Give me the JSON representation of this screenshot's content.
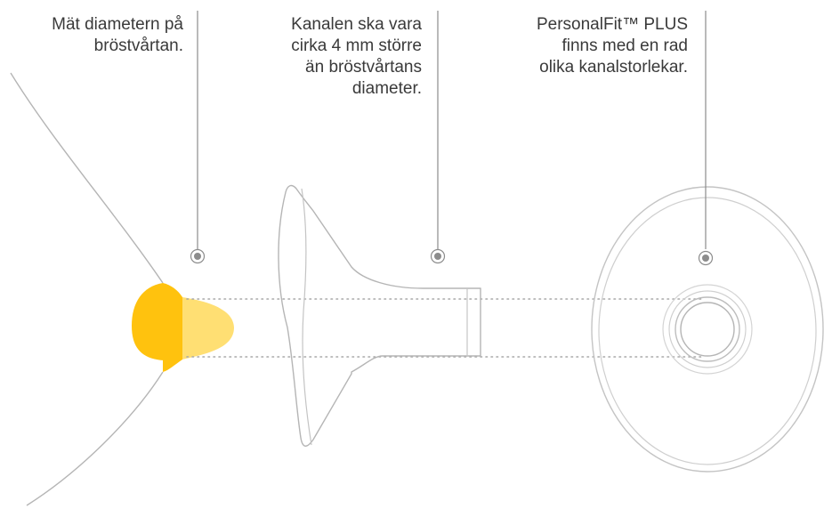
{
  "callouts": [
    {
      "id": "measure-nipple",
      "lines": [
        "Mät diametern på",
        "bröstvårtan."
      ]
    },
    {
      "id": "tunnel-size",
      "lines": [
        "Kanalen ska vara",
        "cirka 4 mm större",
        "än bröstvårtans",
        "diameter."
      ]
    },
    {
      "id": "personalfit-sizes",
      "lines": [
        "PersonalFit™ PLUS",
        "finns med en rad",
        "olika kanalstorlekar."
      ]
    }
  ],
  "colors": {
    "nipple_outer": "#ffc20e",
    "nipple_inner": "#ffdf73",
    "line": "#b5b5b5",
    "leader": "#8c8c8c",
    "dot": "#8c8c8c",
    "text": "#3a3a3a"
  }
}
